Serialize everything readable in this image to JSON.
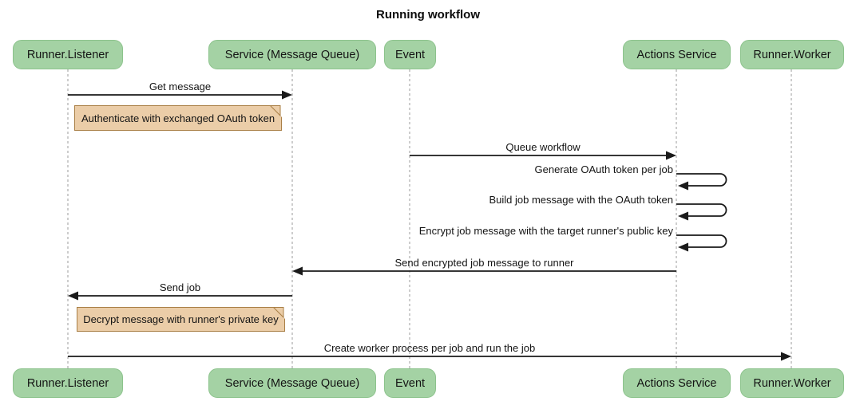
{
  "title": "Running workflow",
  "diagram_type": "sequence",
  "actors": [
    {
      "label": "Runner.Listener"
    },
    {
      "label": "Service (Message Queue)"
    },
    {
      "label": "Event"
    },
    {
      "label": "Actions Service"
    },
    {
      "label": "Runner.Worker"
    }
  ],
  "messages": [
    {
      "label": "Get message",
      "from": "Runner.Listener",
      "to": "Service (Message Queue)",
      "kind": "solid-arrow"
    },
    {
      "label": "Queue workflow",
      "from": "Event",
      "to": "Actions Service",
      "kind": "solid-arrow"
    },
    {
      "label": "Generate OAuth token per job",
      "from": "Actions Service",
      "to": "Actions Service",
      "kind": "self-loop"
    },
    {
      "label": "Build job message with the OAuth token",
      "from": "Actions Service",
      "to": "Actions Service",
      "kind": "self-loop"
    },
    {
      "label": "Encrypt job message with the target runner's public key",
      "from": "Actions Service",
      "to": "Actions Service",
      "kind": "self-loop"
    },
    {
      "label": "Send encrypted job message to runner",
      "from": "Actions Service",
      "to": "Service (Message Queue)",
      "kind": "solid-arrow"
    },
    {
      "label": "Send job",
      "from": "Service (Message Queue)",
      "to": "Runner.Listener",
      "kind": "solid-arrow"
    },
    {
      "label": "Create worker process per job and run the job",
      "from": "Runner.Listener",
      "to": "Runner.Worker",
      "kind": "solid-arrow"
    }
  ],
  "notes": [
    {
      "label": "Authenticate with exchanged OAuth token",
      "anchor": "Runner.Listener"
    },
    {
      "label": "Decrypt message with runner's private key",
      "anchor": "Runner.Listener"
    }
  ],
  "colors": {
    "background": "#ffffff",
    "actor_fill": "#A4D2A4",
    "actor_border": "#8CC38C",
    "note_fill": "#EBCDA8",
    "note_border": "#A97F46",
    "lifeline": "#9b9b9b",
    "arrow": "#1a1a1a",
    "text": "#141414"
  }
}
